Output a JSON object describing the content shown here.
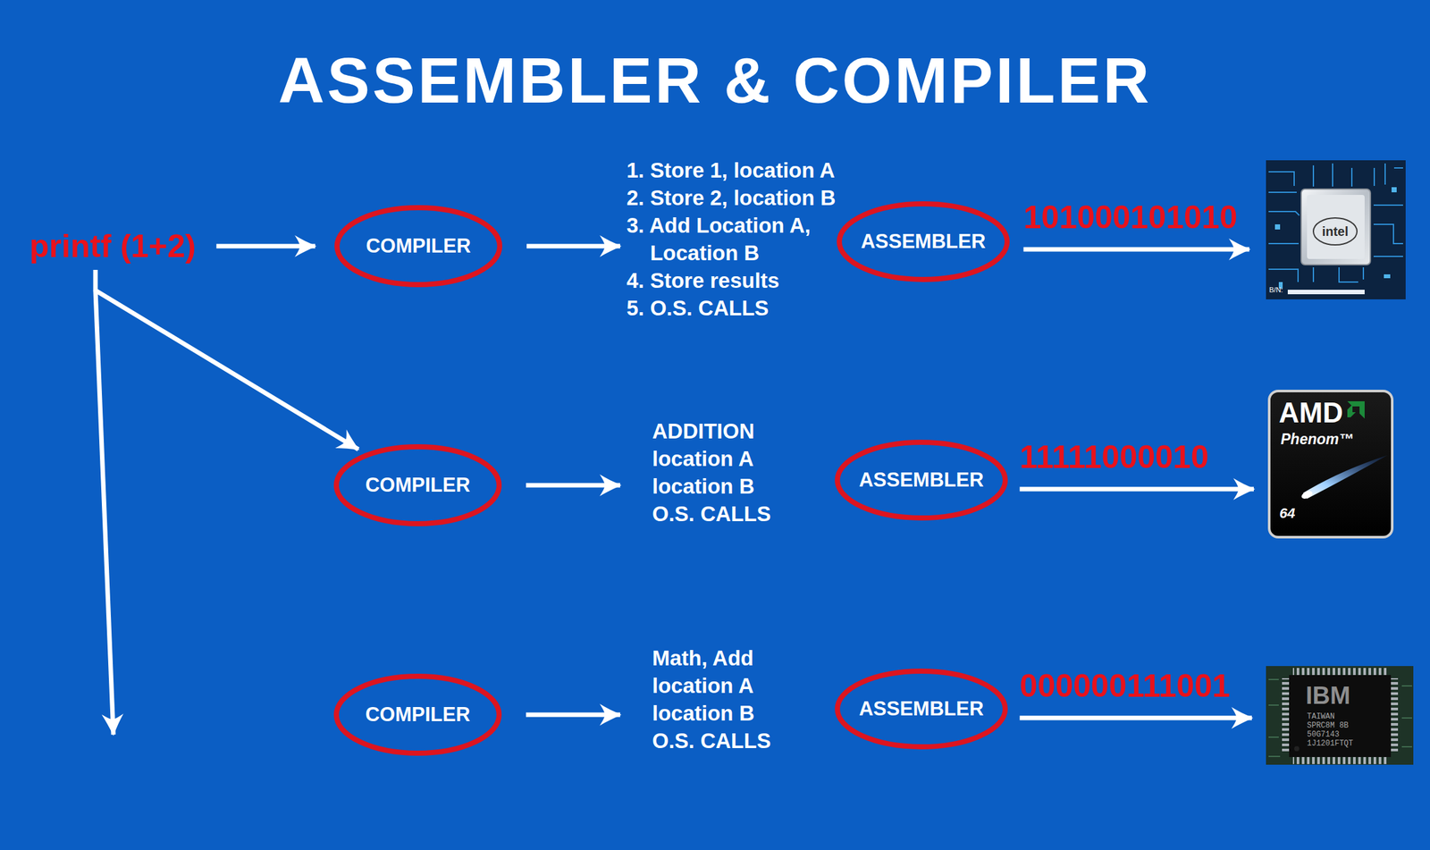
{
  "diagram": {
    "title": "ASSEMBLER & COMPILER",
    "nodes": [
      {
        "text": [
          "printf (1+2)"
        ]
      },
      {
        "text": [
          "COMPILER"
        ]
      },
      {
        "text": [
          "1. Store 1, location A",
          "2. Store 2, location B",
          "3. Add Location A, Location B",
          "4. Store results",
          "5. O.S. CALLS"
        ]
      },
      {
        "text": [
          "ASSEMBLER"
        ]
      },
      {
        "text": [
          "intel",
          "B/N:"
        ]
      },
      {
        "text": [
          "COMPILER"
        ]
      },
      {
        "text": [
          "ADDITION",
          "location A",
          "location B",
          "O.S. CALLS"
        ]
      },
      {
        "text": [
          "ASSEMBLER"
        ]
      },
      {
        "text": [
          "AMD",
          "Phenom™",
          "64"
        ]
      },
      {
        "text": [
          "COMPILER"
        ]
      },
      {
        "text": [
          "Math, Add",
          "location A",
          "location B",
          "O.S. CALLS"
        ]
      },
      {
        "text": [
          "ASSEMBLER"
        ]
      },
      {
        "text": [
          "IBM",
          "TAIWAN",
          "SPRC8M 8B",
          "50G7143",
          "1J1201FTQT"
        ]
      }
    ],
    "edges": [
      {
        "from": 0,
        "to": 1,
        "arrow": "to"
      },
      {
        "from": 0,
        "to": 5,
        "arrow": "to"
      },
      {
        "from": 1,
        "to": 2,
        "arrow": "to"
      },
      {
        "from": 3,
        "to": 4,
        "label": "101000101010",
        "arrow": "to"
      },
      {
        "from": 5,
        "to": 6,
        "arrow": "to"
      },
      {
        "from": 7,
        "to": 8,
        "label": "11111000010",
        "arrow": "to"
      },
      {
        "from": 9,
        "to": 10,
        "arrow": "to"
      },
      {
        "from": 11,
        "to": 12,
        "label": "000000111001",
        "arrow": "to"
      }
    ]
  }
}
